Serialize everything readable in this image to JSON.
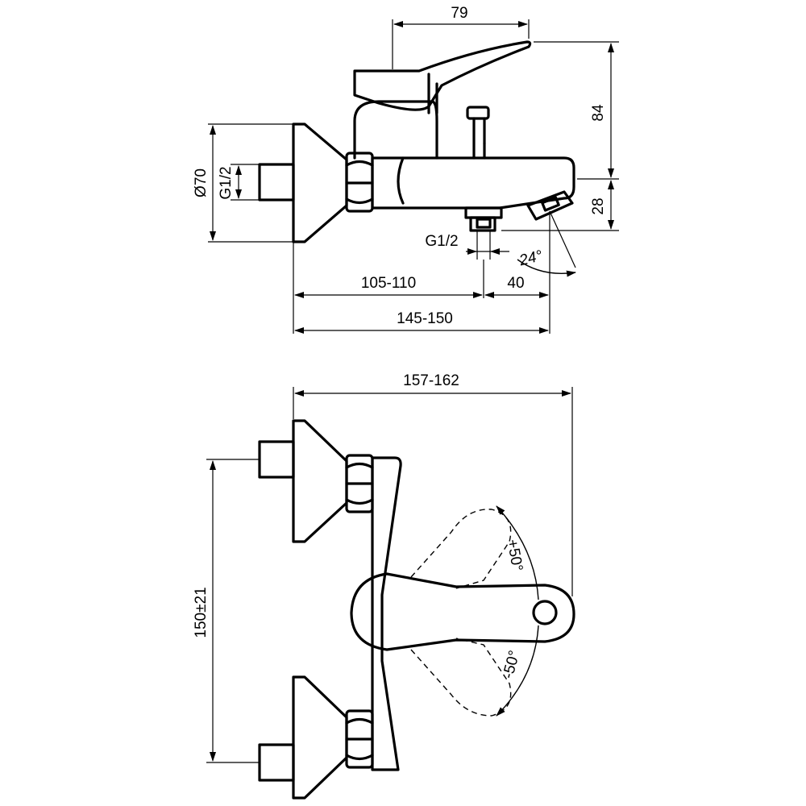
{
  "side_view": {
    "dims": {
      "lever_reach": "79",
      "height_top": "84",
      "height_spout": "28",
      "flange_diameter": "Ø70",
      "inlet_thread": "G1/2",
      "outlet_thread": "G1/2",
      "spout_angle": "24°",
      "wall_to_outlet": "105-110",
      "outlet_to_spout": "40",
      "wall_to_spout": "145-150"
    }
  },
  "top_view": {
    "dims": {
      "overall_depth": "157-162",
      "centre_distance": "150±21",
      "rotation_plus": "+50°",
      "rotation_minus": "-50°"
    }
  }
}
